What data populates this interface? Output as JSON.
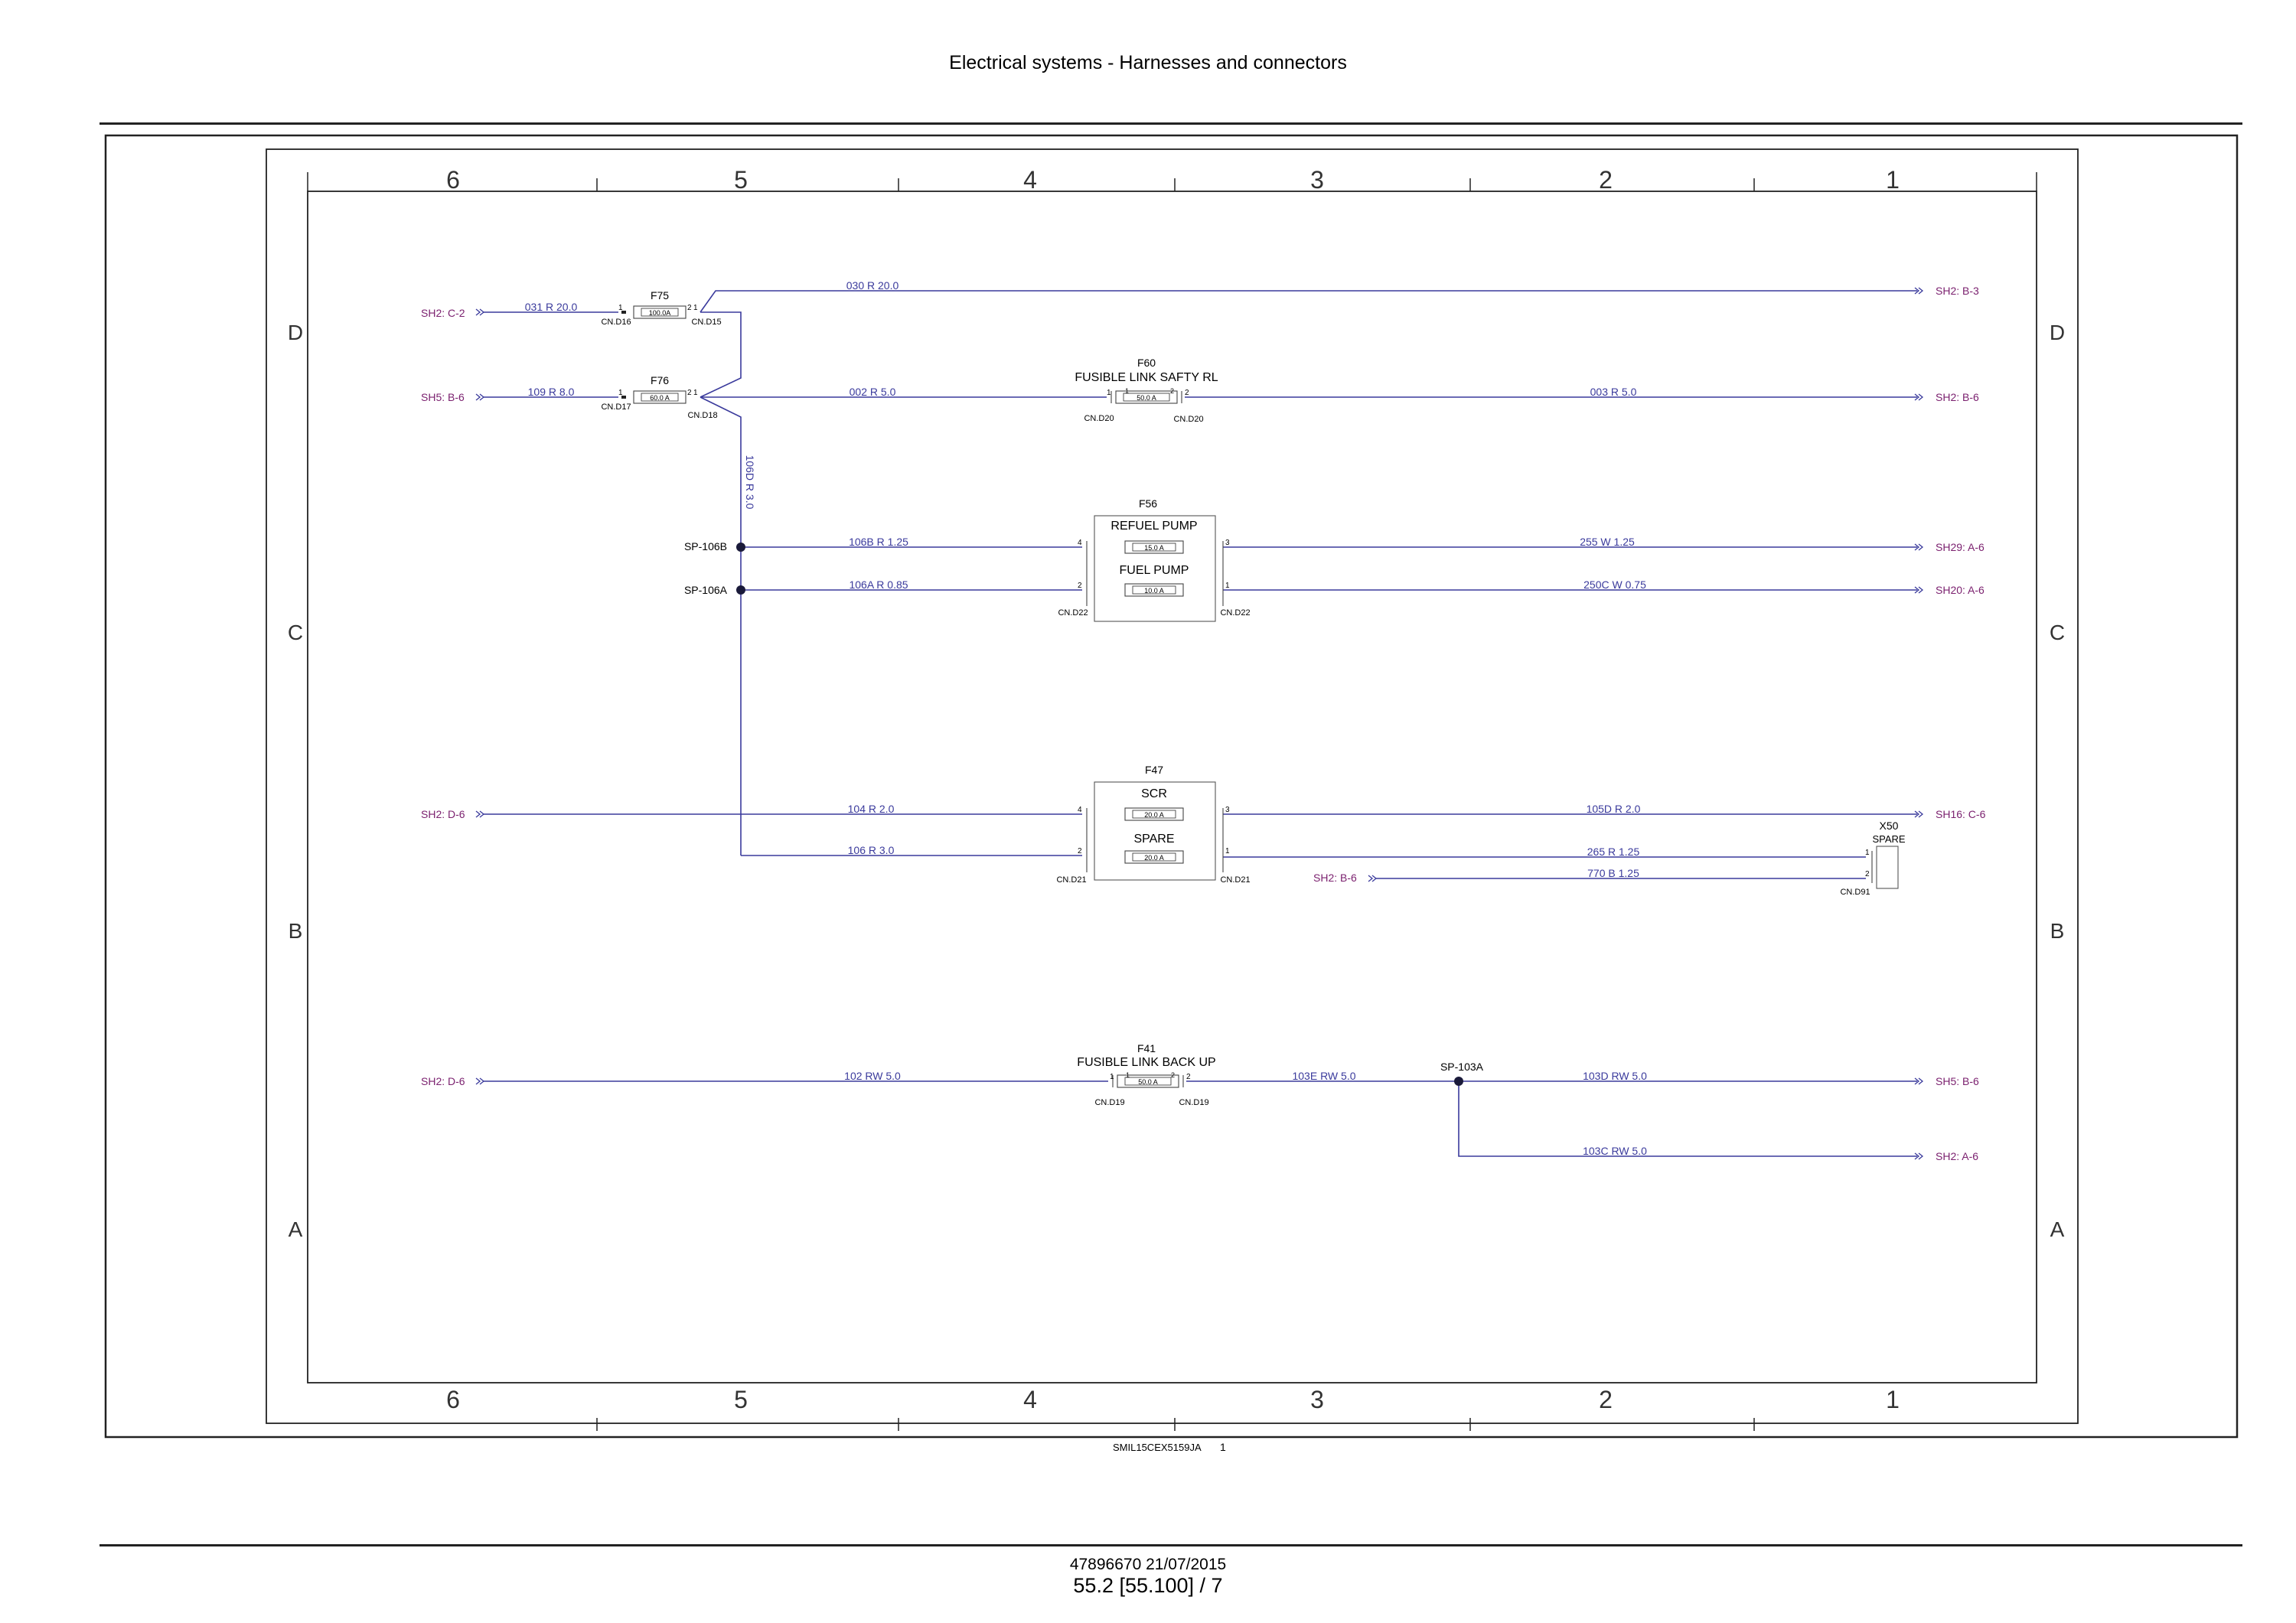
{
  "header": {
    "title": "Electrical systems - Harnesses and connectors"
  },
  "frame": {
    "columns": [
      "6",
      "5",
      "4",
      "3",
      "2",
      "1"
    ],
    "rows": [
      "D",
      "C",
      "B",
      "A"
    ]
  },
  "colors": {
    "wire": "#3a3a9c",
    "offsheet": "#7a1f6e",
    "text": "#000000"
  },
  "sheet_refs": {
    "f75_in": "SH2: C-2",
    "f76_in": "SH5: B-6",
    "out_030": "SH2: B-3",
    "out_003": "SH2: B-6",
    "out_255": "SH29: A-6",
    "out_250c": "SH20: A-6",
    "in_104": "SH2: D-6",
    "out_105d": "SH16: C-6",
    "in_770": "SH2: B-6",
    "in_102": "SH2: D-6",
    "out_103d": "SH5: B-6",
    "out_103c": "SH2: A-6"
  },
  "wires": {
    "w031": "031  R  20.0",
    "w109": "109  R  8.0",
    "w030": "030  R  20.0",
    "w002": "002  R  5.0",
    "w003": "003  R  5.0",
    "w106d": "106D  R  3.0",
    "w106b": "106B  R  1.25",
    "w106a": "106A  R  0.85",
    "w255": "255  W  1.25",
    "w250c": "250C  W  0.75",
    "w104": "104  R  2.0",
    "w106": "106  R  3.0",
    "w105d": "105D  R    2.0",
    "w265": "265  R  1.25",
    "w770": "770  B  1.25",
    "w102": "102  RW  5.0",
    "w103e": "103E  RW  5.0",
    "w103d": "103D  RW  5.0",
    "w103c": "103C  RW  5.0"
  },
  "fuses": {
    "f75": {
      "id": "F75",
      "rating": "100.0A",
      "cn_in": "CN.D16",
      "cn_out": "CN.D15"
    },
    "f76": {
      "id": "F76",
      "rating": "60.0 A",
      "cn_in": "CN.D17",
      "cn_out": "CN.D18"
    },
    "f60": {
      "id": "F60",
      "name": "FUSIBLE LINK SAFTY RL",
      "rating": "50.0 A",
      "cn_in": "CN.D20",
      "cn_out": "CN.D20"
    },
    "f56": {
      "id": "F56",
      "name1": "REFUEL PUMP",
      "rating1": "15.0 A",
      "name2": "FUEL PUMP",
      "rating2": "10.0 A",
      "cn_in": "CN.D22",
      "cn_out": "CN.D22"
    },
    "f47": {
      "id": "F47",
      "name1": "SCR",
      "rating1": "20.0 A",
      "name2": "SPARE",
      "rating2": "20.0 A",
      "cn_in": "CN.D21",
      "cn_out": "CN.D21"
    },
    "f41": {
      "id": "F41",
      "name": "FUSIBLE LINK BACK UP",
      "rating": "50.0 A",
      "cn_in": "CN.D19",
      "cn_out": "CN.D19"
    }
  },
  "connector_x50": {
    "id": "X50",
    "name": "SPARE",
    "cn": "CN.D91"
  },
  "splices": {
    "sp106b": "SP-106B",
    "sp106a": "SP-106A",
    "sp103a": "SP-103A"
  },
  "pins": {
    "p1": "1",
    "p2": "2",
    "p3": "3",
    "p4": "4"
  },
  "figure_ref": {
    "code": "SMIL15CEX5159JA",
    "num": "1"
  },
  "footer": {
    "doc": "47896670 21/07/2015",
    "page": "55.2 [55.100] / 7"
  }
}
